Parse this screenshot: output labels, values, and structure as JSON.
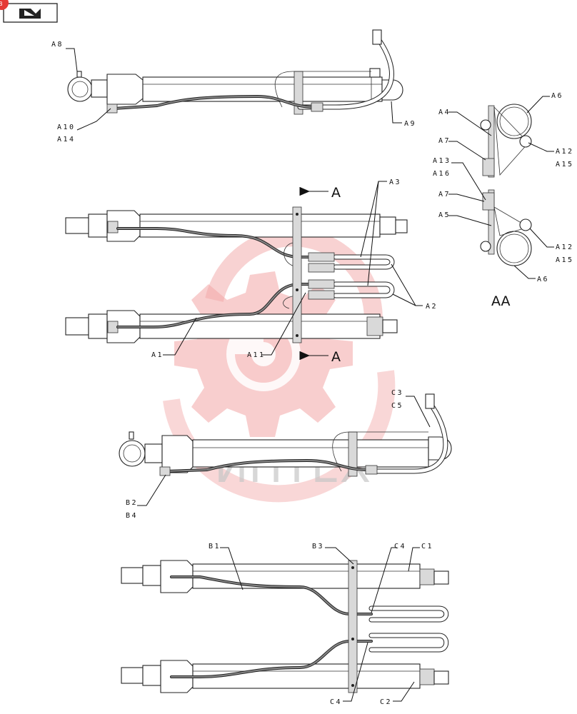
{
  "nav": {
    "back_badge": "B"
  },
  "view": {
    "section_mark": "A",
    "section_view_label": "AA"
  },
  "watermark": {
    "text": "ИНТЕХ"
  },
  "callouts": {
    "a1": "A1",
    "a2": "A2",
    "a3": "A3",
    "a4": "A4",
    "a5": "A5",
    "a6": "A6",
    "a7": "A7",
    "a8": "A8",
    "a9": "A9",
    "a10": "A10",
    "a11": "A11",
    "a12": "A12",
    "a13": "A13",
    "a14": "A14",
    "a15": "A15",
    "a16": "A16",
    "b1": "B1",
    "b2": "B2",
    "b3": "B3",
    "b4": "B4",
    "c1": "C1",
    "c2": "C2",
    "c3": "C3",
    "c4": "C4",
    "c5": "C5"
  }
}
